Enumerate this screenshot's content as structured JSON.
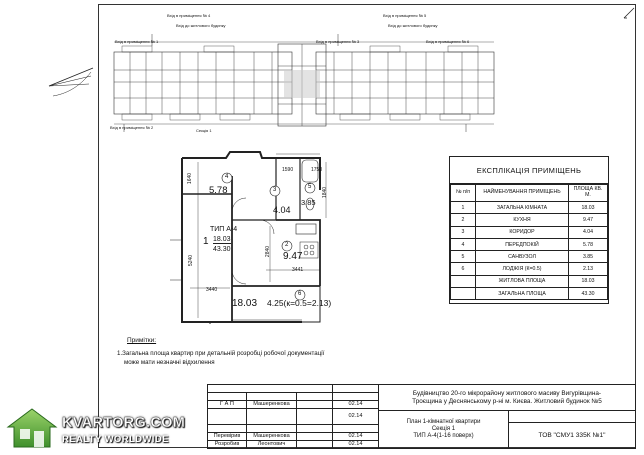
{
  "building_plan": {
    "section_label": "Секція 1",
    "entrance_1": "Вхід в приміщення № 1",
    "entrance_2": "Вхід в приміщення № 2",
    "entrance_3": "Вхід в приміщення № 3",
    "entrance_4": "Вхід в приміщення № 4",
    "entrance_5": "Вхід в приміщення № 5",
    "entrance_6": "Вхід в приміщення № 6",
    "top_note_1": "Вхід до житлового будинку",
    "top_note_2": "Вхід до житлового будинку"
  },
  "apartment": {
    "rooms": [
      {
        "num": "4",
        "area": "5.78"
      },
      {
        "num": "3",
        "area": "4.04"
      },
      {
        "num": "5",
        "area": "3.85"
      },
      {
        "num": "2",
        "area": "9.47"
      },
      {
        "num": "1",
        "area": "18.03"
      },
      {
        "num": "6",
        "area": "4.25(к=0.5=2.13)"
      }
    ],
    "type_label": "ТИП А-4",
    "type_num": "1",
    "living_area": "18.03",
    "total_area": "43.30",
    "dims": {
      "d1590": "1590",
      "d1750": "1750",
      "d1640": "1640",
      "d5240": "5240",
      "d2840": "2840",
      "d3441": "3441",
      "d3440": "3440",
      "d1840": "1840"
    }
  },
  "explication": {
    "title": "ЕКСПЛІКАЦІЯ ПРИМІЩЕНЬ",
    "headers": {
      "num": "№ п/п",
      "name": "НАЙМЕНУВАННЯ ПРИМІЩЕНЬ",
      "area": "ПЛОЩА КВ. М."
    },
    "rows": [
      {
        "num": "1",
        "name": "ЗАГАЛЬНА КІМНАТА",
        "area": "18.03"
      },
      {
        "num": "2",
        "name": "КУХНЯ",
        "area": "9.47"
      },
      {
        "num": "3",
        "name": "КОРИДОР",
        "area": "4.04"
      },
      {
        "num": "4",
        "name": "ПЕРЕДПОКІЙ",
        "area": "5.78"
      },
      {
        "num": "5",
        "name": "САНВУЗОЛ",
        "area": "3.85"
      },
      {
        "num": "6",
        "name": "ЛОДЖІЯ (К=0.5)",
        "area": "2.13"
      },
      {
        "num": "",
        "name": "ЖИТЛОВА ПЛОЩА",
        "area": "18.03"
      },
      {
        "num": "",
        "name": "ЗАГАЛЬНА ПЛОЩА",
        "area": "43.30"
      }
    ]
  },
  "notes": {
    "title": "Примітки:",
    "line1": "1.Загальна площа квартир при детальній розробці робочої документації",
    "line2": "може мати незначні відхилення"
  },
  "title_block": {
    "project": "Будівництво 20-го мікрорайону житлового масиву Вигурівщина-Троєщина у Деснянському р-ні м. Києва. Житловий будинок №5",
    "gap_label": "Г А П",
    "gap_name": "Машеренкова",
    "gap_date": "02.14",
    "blank_date": "02.14",
    "checked_label": "Перевірив",
    "checked_name": "Машеренкова",
    "checked_date": "02.14",
    "developed_label": "Розробив",
    "developed_name": "Леонтович",
    "developed_date": "02.14",
    "sheet_title_1": "План  1-кімнатної квартири",
    "sheet_title_2": "Секція 1",
    "sheet_title_3": "ТИП А-4(1-16 поверх)",
    "company": "ТОВ \"СМУ1 335К №1\""
  },
  "watermark": {
    "brand": "KVARTORG.COM",
    "sub": "REALTY WORLDWIDE"
  }
}
